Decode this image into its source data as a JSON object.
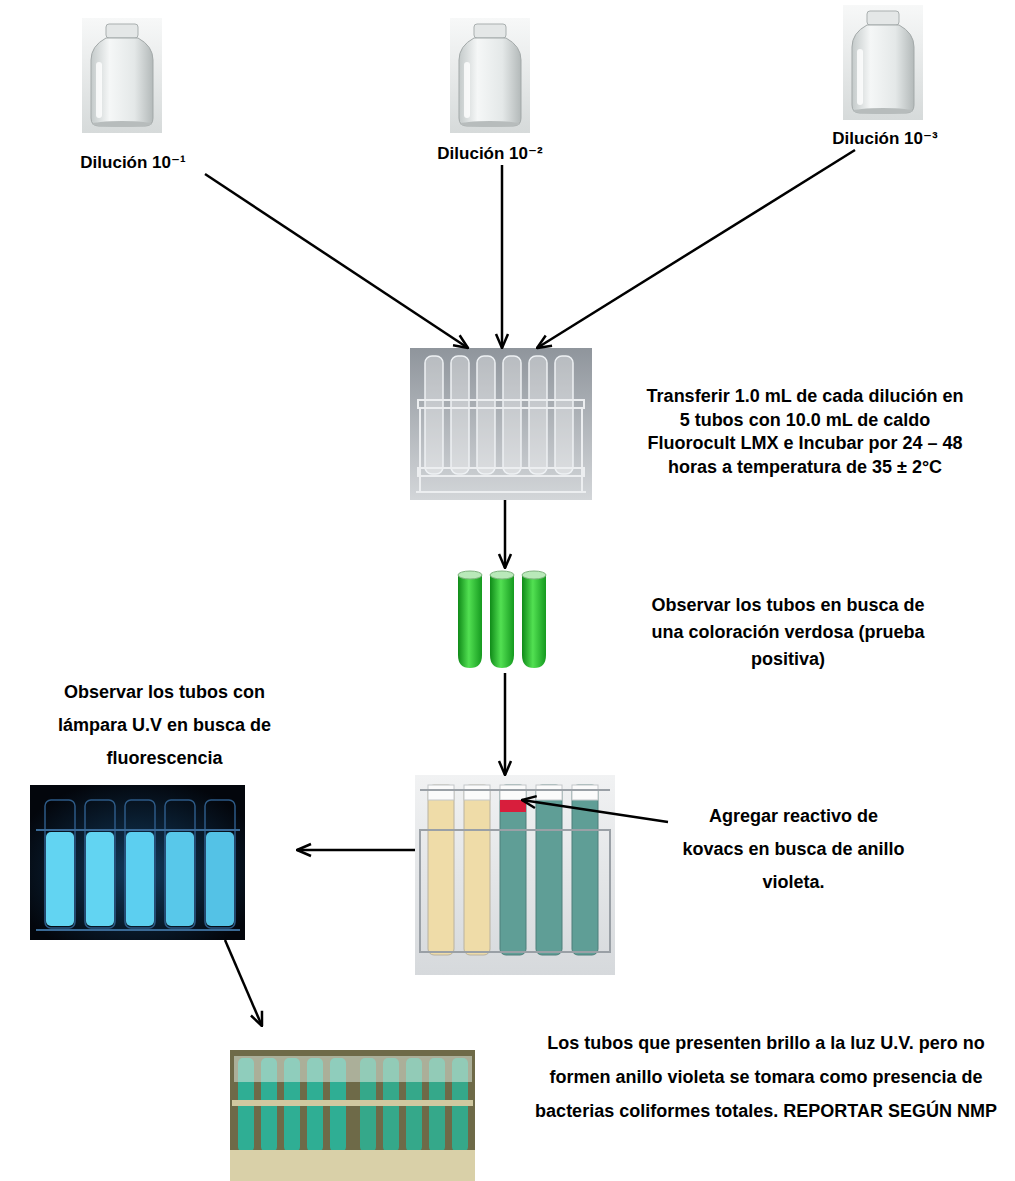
{
  "diagram": {
    "nodes": [
      {
        "text": [
          "Dilución 10⁻¹"
        ]
      },
      {
        "text": [
          "Dilución 10⁻²"
        ]
      },
      {
        "text": [
          "Dilución 10⁻³"
        ]
      },
      {
        "text": [
          "Transferir 1.0 mL de cada dilución en 5 tubos con 10.0 mL de caldo Fluorocult LMX e Incubar por 24 – 48 horas a temperatura de 35 ± 2°C"
        ]
      },
      {
        "text": [
          "Observar los tubos en busca de una coloración verdosa (prueba positiva)"
        ]
      },
      {
        "text": [
          "Agregar reactivo de kovacs en busca de anillo violeta."
        ]
      },
      {
        "text": [
          "Observar los tubos con lámpara U.V en busca de fluorescencia"
        ]
      },
      {
        "text": [
          "Los tubos que presenten brillo a la luz U.V. pero no formen anillo violeta se tomara como presencia de bacterias coliformes totales. REPORTAR SEGÚN NMP"
        ]
      }
    ],
    "edges": [
      {
        "from": 0,
        "to": 3,
        "arrow": "to"
      },
      {
        "from": 1,
        "to": 3,
        "arrow": "to"
      },
      {
        "from": 2,
        "to": 3,
        "arrow": "to"
      },
      {
        "from": 3,
        "to": 4,
        "arrow": "to"
      },
      {
        "from": 4,
        "to": 5,
        "arrow": "to"
      },
      {
        "from": 5,
        "to": 6,
        "arrow": "to"
      },
      {
        "from": 6,
        "to": 7,
        "arrow": "to"
      }
    ]
  }
}
